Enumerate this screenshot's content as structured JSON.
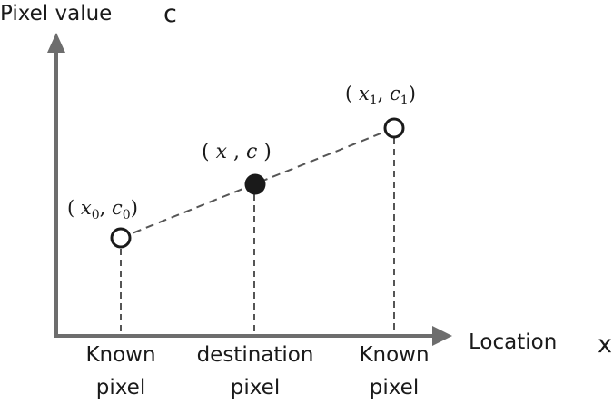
{
  "axes": {
    "y_label": "Pixel value",
    "y_var": "c",
    "x_label": "Location",
    "x_var": "x"
  },
  "points": {
    "p0": {
      "var": "x",
      "sub": "0",
      "cvar": "c",
      "csub": "0",
      "filled": false
    },
    "p": {
      "var": "x",
      "cvar": "c",
      "filled": true
    },
    "p1": {
      "var": "x",
      "sub": "1",
      "cvar": "c",
      "csub": "1",
      "filled": false
    }
  },
  "ticks": {
    "left": {
      "line1": "Known",
      "line2": "pixel"
    },
    "middle": {
      "line1": "destination",
      "line2": "pixel"
    },
    "right": {
      "line1": "Known",
      "line2": "pixel"
    }
  },
  "colors": {
    "axis": "#6d6d6d",
    "dash": "#555555",
    "text": "#1a1a1a",
    "filled_dot": "#1a1a1a"
  }
}
